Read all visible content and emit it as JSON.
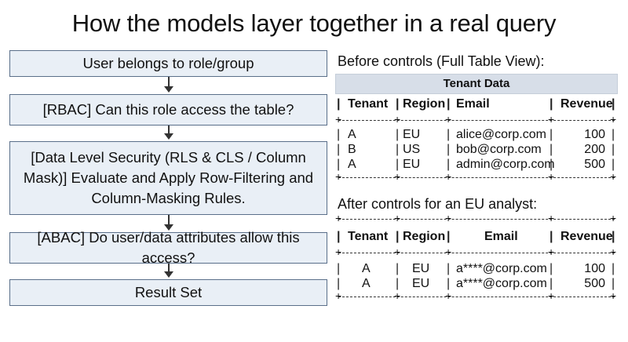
{
  "title": "How the models layer together in a real query",
  "flow": {
    "steps": [
      "User belongs to role/group",
      "[RBAC] Can this role access the table?",
      "[Data Level Security (RLS & CLS / Column Mask)] Evaluate and Apply Row-Filtering and Column-Masking Rules.",
      "[ABAC] Do user/data attributes allow this access?",
      "Result Set"
    ]
  },
  "before": {
    "label": "Before controls (Full Table View):",
    "table_title": "Tenant Data",
    "headers": [
      "Tenant",
      "Region",
      "Email",
      "Revenue"
    ],
    "rows": [
      [
        "A",
        "EU",
        "alice@corp.com",
        "100"
      ],
      [
        "B",
        "US",
        "bob@corp.com",
        "200"
      ],
      [
        "A",
        "EU",
        "admin@corp.com",
        "500"
      ]
    ]
  },
  "after": {
    "label": "After controls for an EU analyst:",
    "headers": [
      "Tenant",
      "Region",
      "Email",
      "Revenue"
    ],
    "rows": [
      [
        "A",
        "EU",
        "a****@corp.com",
        "100"
      ],
      [
        "A",
        "EU",
        "a****@corp.com",
        "500"
      ]
    ]
  }
}
